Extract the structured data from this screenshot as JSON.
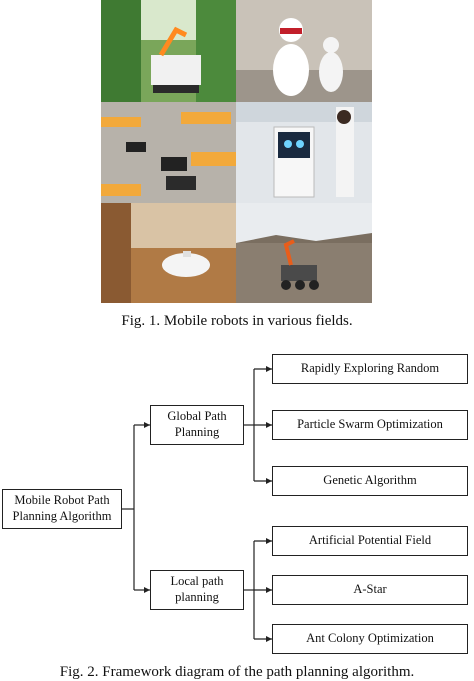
{
  "figure1": {
    "caption": "Fig. 1.   Mobile robots in various fields."
  },
  "figure2": {
    "root": "Mobile Robot Path\nPlanning Algorithm",
    "global": {
      "label": "Global Path\nPlanning",
      "methods": [
        "Rapidly Exploring Random",
        "Particle Swarm Optimization",
        "Genetic Algorithm"
      ]
    },
    "local": {
      "label": "Local path\nplanning",
      "methods": [
        "Artificial Potential Field",
        "A-Star",
        "Ant Colony Optimization"
      ]
    },
    "caption": "Fig. 2.   Framework diagram of the path planning algorithm."
  }
}
